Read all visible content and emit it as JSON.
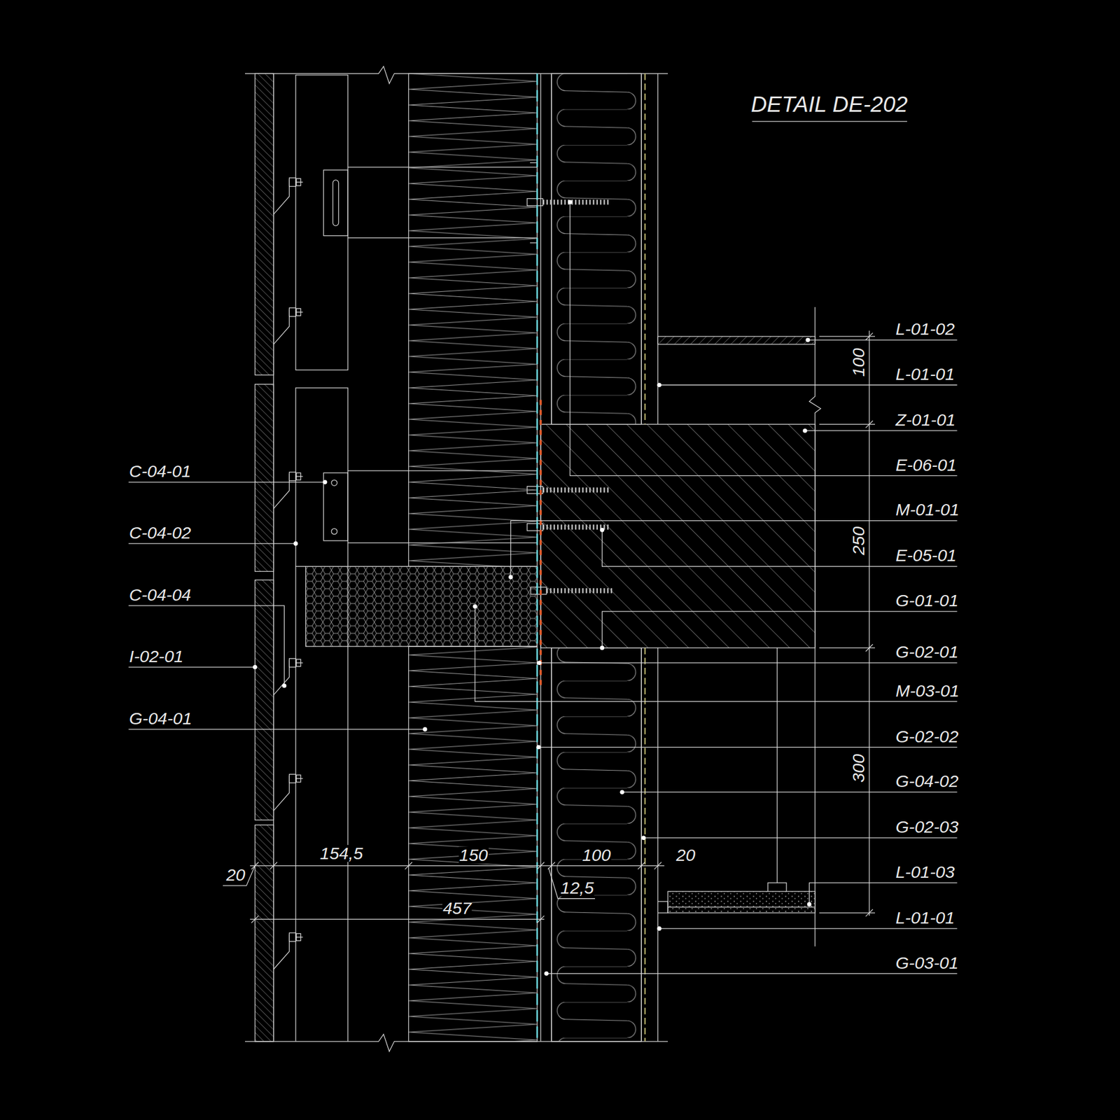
{
  "diagram": {
    "title": "DETAIL DE-202",
    "labels": [
      "L-01-02",
      "L-01-01",
      "Z-01-01",
      "E-06-01",
      "M-01-01",
      "E-05-01",
      "G-01-01",
      "G-02-01",
      "M-03-01",
      "G-02-02",
      "G-04-02",
      "G-02-03",
      "L-01-03",
      "L-01-01",
      "G-03-01",
      "C-04-01",
      "C-04-02",
      "C-04-04",
      "I-02-01",
      "G-04-01",
      "100",
      "250",
      "300",
      "154,5",
      "150",
      "100",
      "20",
      "20",
      "12,5",
      "457"
    ]
  }
}
